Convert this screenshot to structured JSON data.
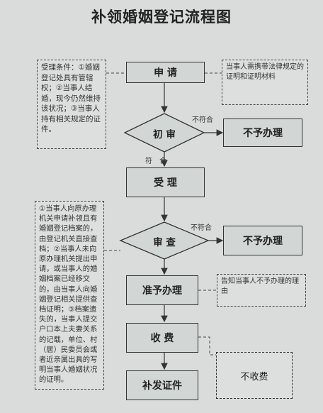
{
  "title": "补领婚姻登记流程图",
  "nodes": {
    "apply": "申 请",
    "initial_review": "初 审",
    "accept": "受 理",
    "review": "审 查",
    "approve": "准予办理",
    "fee": "收 费",
    "issue": "补发证件",
    "reject1": "不予办理",
    "reject2": "不予办理",
    "no_fee": "不收费"
  },
  "edge_labels": {
    "not_met_1": "不符合",
    "met": "符　合",
    "not_met_2": "不符合"
  },
  "notes": {
    "conditions": "受理条件：①婚姻登记处具有管辖权；②当事人结婚，现今仍然维持该状况；③当事人持有相关规定的证件。",
    "materials": "当事人需携带法律规定的证明和证明材料",
    "review_detail": "①当事人向原办理机关申请补领且有婚姻登记档案的，由登记机关直接查档；②当事人未向原办理机关提出申请，或当事人的婚姻档案已经移交的，由当事人向婚姻登记相关提供查档证明；③档案遗失的，当事人提交户口本上夫妻关系的记载，单位、村（居）民委员会或者近亲属出具的写明当事人婚姻状况的证明。",
    "inform": "告知当事人不予办理的理由"
  }
}
